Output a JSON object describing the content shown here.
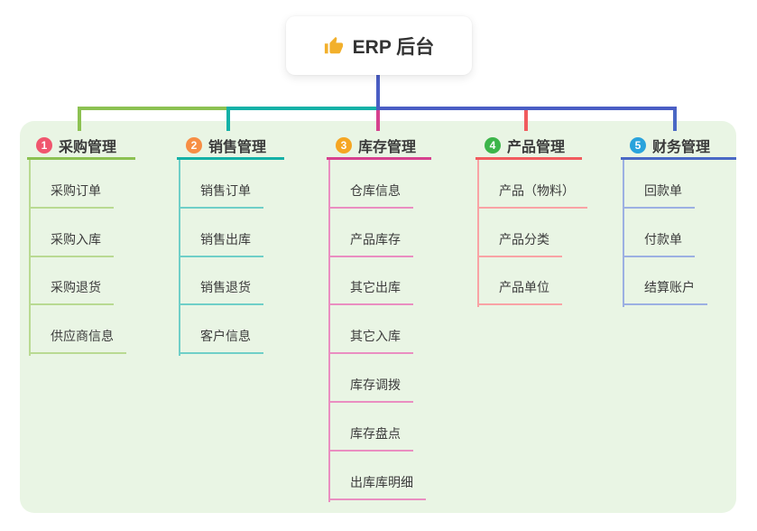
{
  "root": {
    "label": "ERP 后台",
    "icon": "thumbs-up-icon",
    "icon_color": "#f2b02c",
    "connector_color": "#4a5ec4"
  },
  "panel": {
    "bg": "#e9f5e4"
  },
  "branches": [
    {
      "num": "1",
      "label": "采购管理",
      "badge_color": "#f0566e",
      "line_color": "#8cc152",
      "child_line_color": "#b9da92",
      "children": [
        "采购订单",
        "采购入库",
        "采购退货",
        "供应商信息"
      ]
    },
    {
      "num": "2",
      "label": "销售管理",
      "badge_color": "#f78e45",
      "line_color": "#14b1a7",
      "child_line_color": "#6fcfc8",
      "children": [
        "销售订单",
        "销售出库",
        "销售退货",
        "客户信息"
      ]
    },
    {
      "num": "3",
      "label": "库存管理",
      "badge_color": "#f5a623",
      "line_color": "#d6418e",
      "child_line_color": "#ea8ec1",
      "children": [
        "仓库信息",
        "产品库存",
        "其它出库",
        "其它入库",
        "库存调拨",
        "库存盘点",
        "出库库明细"
      ]
    },
    {
      "num": "4",
      "label": "产品管理",
      "badge_color": "#3cb54a",
      "line_color": "#f15b5e",
      "child_line_color": "#f9a3a5",
      "children": [
        "产品（物料）",
        "产品分类",
        "产品单位"
      ]
    },
    {
      "num": "5",
      "label": "财务管理",
      "badge_color": "#29a3dc",
      "line_color": "#4a68c5",
      "child_line_color": "#9cb0e2",
      "children": [
        "回款单",
        "付款单",
        "结算账户"
      ]
    }
  ]
}
